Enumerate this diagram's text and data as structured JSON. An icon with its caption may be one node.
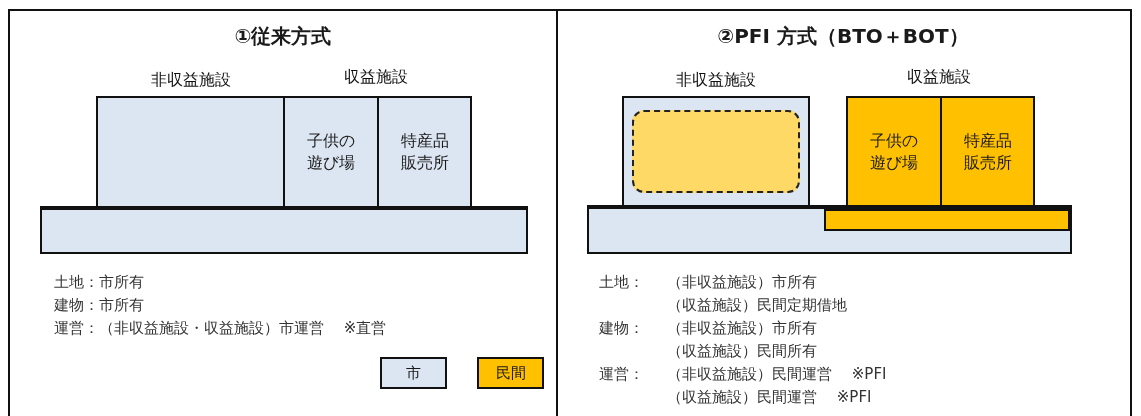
{
  "diagram": {
    "nodes": [
      {
        "text": [
          "①従来方式"
        ]
      },
      {
        "text": [],
        "shape": "box",
        "in": 0,
        "beside": [
          "非収益施設"
        ]
      },
      {
        "text": [
          "子供の遊び場"
        ],
        "in": 0
      },
      {
        "text": [
          "特産品販売所"
        ],
        "in": 0
      },
      {
        "text": [],
        "shape": "bar",
        "in": 0
      },
      {
        "text": [
          "②PFI 方式（BTO＋BOT）"
        ]
      },
      {
        "text": [],
        "shape": "box",
        "in": 5,
        "beside": [
          "非収益施設"
        ]
      },
      {
        "text": [],
        "shape": "box",
        "in": 6
      },
      {
        "text": [
          "子供の遊び場"
        ],
        "in": 5
      },
      {
        "text": [
          "特産品販売所"
        ],
        "in": 5
      },
      {
        "text": [],
        "shape": "bar",
        "in": 5
      },
      {
        "text": [],
        "shape": "bar",
        "in": 10
      }
    ],
    "labels": [
      "収益施設",
      "土地：市所有",
      "建物：市所有",
      "運営：（非収益施設・収益施設）市運営　 ※直営",
      "収益施設",
      "土地：",
      "（非収益施設）市所有",
      "（収益施設）民間定期借地",
      "建物：",
      "（非収益施設）市所有",
      "（収益施設）民間所有",
      "運営：",
      "（非収益施設）民間運営　 ※PFI",
      "（収益施設）民間運営　 ※PFI"
    ],
    "legend": [
      {
        "text": "市",
        "color": "#dce6f2"
      },
      {
        "text": "民間",
        "color": "#ffc000"
      }
    ]
  }
}
